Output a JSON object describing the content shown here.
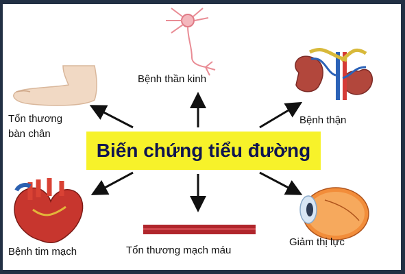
{
  "center": {
    "title": "Biến chứng tiểu đường",
    "color": "#f7f22a",
    "text_color": "#0e1450"
  },
  "items": {
    "top": {
      "label": "Bệnh thần kinh",
      "icon": "neuron-icon"
    },
    "top_left_1": "Tổn thương",
    "top_left_2": "bàn chân",
    "top_left_icon": "foot-icon",
    "top_right": {
      "label": "Bệnh thận",
      "icon": "kidney-icon"
    },
    "bottom_left": {
      "label": "Bệnh tim mạch",
      "icon": "heart-icon"
    },
    "bottom": {
      "label": "Tổn thương mạch máu",
      "icon": "blood-vessel-icon"
    },
    "bottom_right": {
      "label": "Giảm thị lực",
      "icon": "eye-icon"
    }
  }
}
